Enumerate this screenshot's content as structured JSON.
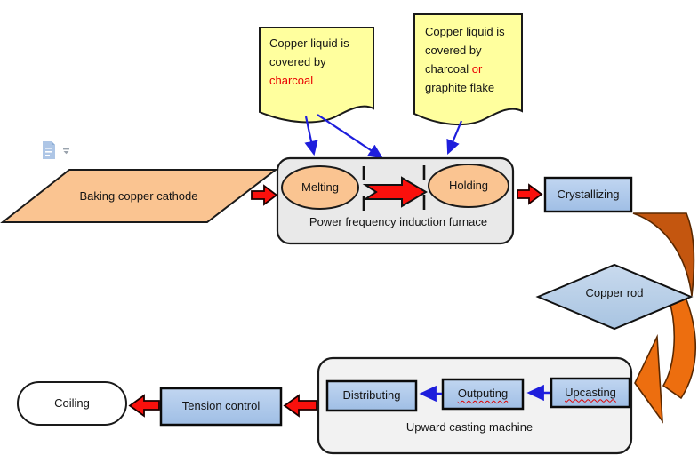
{
  "notes": {
    "note1": {
      "line1": "Copper liquid is",
      "line2": "covered by",
      "line3_red": "charcoal"
    },
    "note2": {
      "line1": "Copper liquid is",
      "line2": "covered by",
      "line3_black": "charcoal",
      "line3_red": "or",
      "line4": "graphite flake"
    }
  },
  "nodes": {
    "baking": "Baking copper cathode",
    "melting": "Melting",
    "holding": "Holding",
    "furnace_label": "Power frequency induction furnace",
    "crystallizing": "Crystallizing",
    "copper_rod": "Copper rod",
    "upcasting": "Upcasting",
    "outputing": "Outputing",
    "distributing": "Distributing",
    "machine_label": "Upward casting machine",
    "tension": "Tension control",
    "coiling": "Coiling"
  },
  "icons": {
    "paste_options": "paste-options-icon"
  },
  "colors": {
    "note_yellow": "#FFFF9E",
    "shape_peach": "#FAC491",
    "box_blue_top": "#BDD3F0",
    "box_blue_bottom": "#9FBEE5",
    "container_gray": "#E9E9E9",
    "container_gray_light": "#F2F2F2",
    "arrow_red": "#FA100C",
    "arrow_blue": "#1E1EDC",
    "curve_orange_dark": "#C4560F",
    "curve_orange": "#ED6E0F"
  }
}
